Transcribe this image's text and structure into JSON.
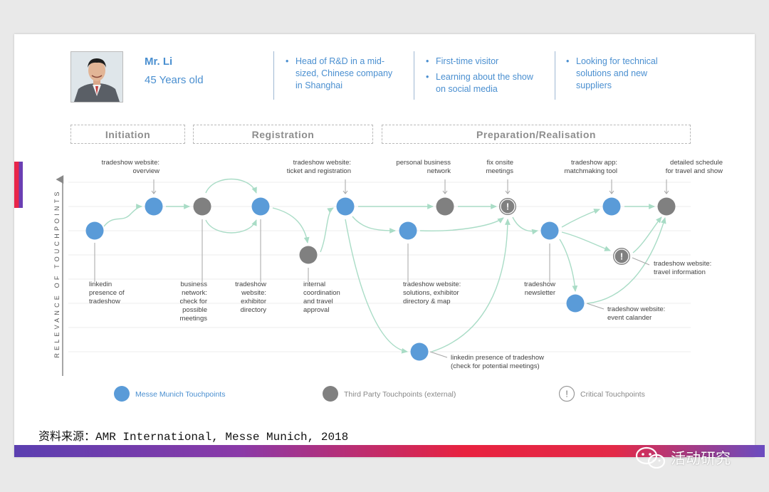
{
  "persona": {
    "name": "Mr. Li",
    "age": "45 Years old",
    "groups": [
      [
        "Head of R&D in a mid-",
        "sized, Chinese company",
        "in Shanghai"
      ],
      [
        "First-time visitor",
        "Learning about the show",
        "on social media"
      ],
      [
        "Looking for technical",
        "solutions and new",
        "suppliers"
      ]
    ]
  },
  "phases": [
    "Initiation",
    "Registration",
    "Preparation/Realisation"
  ],
  "y_axis_label": "RELEVANCE OF TOUCHPOINTS",
  "colors": {
    "messe": "#5a9bd8",
    "third_party": "#808080",
    "arrow": "#a9dcc6",
    "accent": "#4a8fd0"
  },
  "touchpoints": [
    {
      "id": "n1",
      "type": "messe",
      "label": [
        "linkedin",
        "presence of",
        "tradeshow"
      ]
    },
    {
      "id": "n2",
      "type": "messe",
      "label": [
        "tradeshow website:",
        "overview"
      ]
    },
    {
      "id": "n3",
      "type": "third",
      "label": [
        "business",
        "network:",
        "check for",
        "possible",
        "meetings"
      ]
    },
    {
      "id": "n4",
      "type": "messe",
      "label": [
        "tradeshow",
        "website:",
        "exhibitor",
        "directory"
      ]
    },
    {
      "id": "n5",
      "type": "third",
      "label": [
        "internal",
        "coordination",
        "and travel",
        "approval"
      ]
    },
    {
      "id": "n6",
      "type": "messe",
      "label": [
        "tradeshow website:",
        "ticket and registration"
      ]
    },
    {
      "id": "n7",
      "type": "messe",
      "label": [
        "tradeshow website:",
        "solutions, exhibitor",
        "directory & map"
      ]
    },
    {
      "id": "n8",
      "type": "messe",
      "label": [
        "linkedin presence of tradeshow",
        "(check for potential meetings)"
      ]
    },
    {
      "id": "n9",
      "type": "third",
      "label": [
        "personal business",
        "network"
      ]
    },
    {
      "id": "n10",
      "type": "critical",
      "label": [
        "fix onsite",
        "meetings"
      ]
    },
    {
      "id": "n11",
      "type": "messe",
      "label": [
        "tradeshow",
        "newsletter"
      ]
    },
    {
      "id": "n12",
      "type": "messe",
      "label": [
        "tradeshow app:",
        "matchmaking tool"
      ]
    },
    {
      "id": "n13",
      "type": "critical",
      "label": [
        "tradeshow website:",
        "travel information"
      ]
    },
    {
      "id": "n14",
      "type": "messe",
      "label": [
        "tradeshow website:",
        "event calander"
      ]
    },
    {
      "id": "n15",
      "type": "third",
      "label": [
        "detailed schedule",
        "for travel and show"
      ]
    }
  ],
  "legend": [
    {
      "type": "messe",
      "label": "Messe Munich Touchpoints"
    },
    {
      "type": "third",
      "label": "Third Party Touchpoints (external)"
    },
    {
      "type": "critical",
      "label": "Critical Touchpoints"
    }
  ],
  "source": "资料来源：AMR International, Messe Munich, 2018",
  "watermark": "活动研究"
}
